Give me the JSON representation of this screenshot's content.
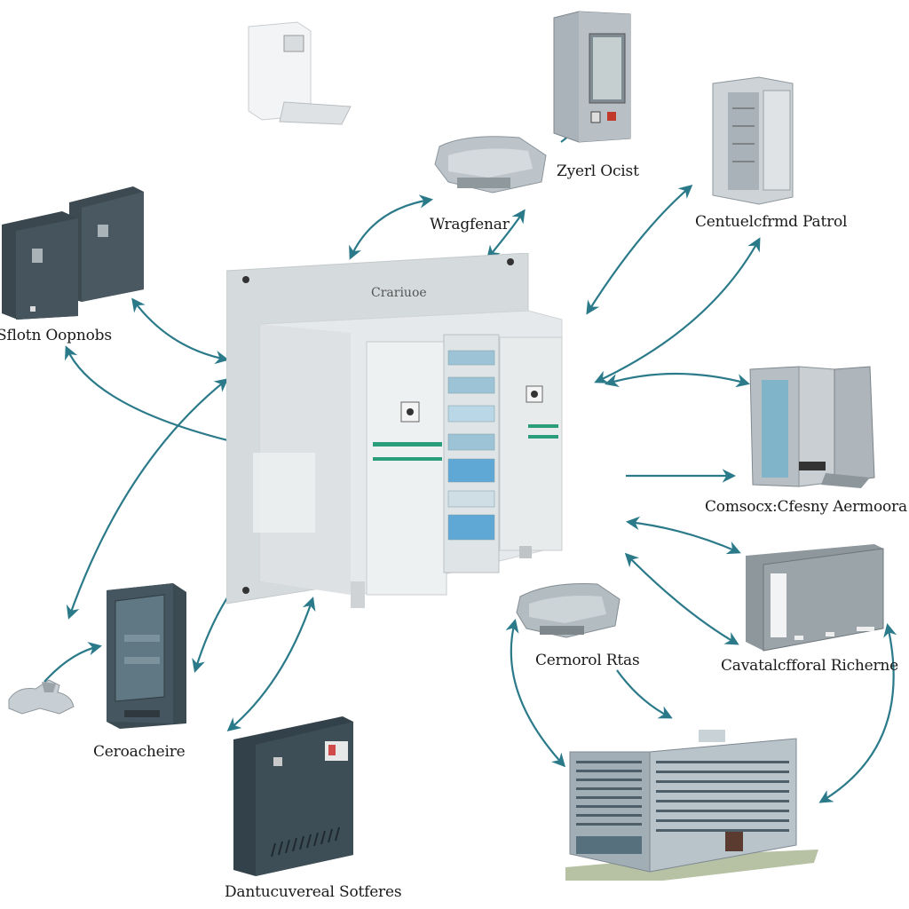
{
  "diagram": {
    "title": "",
    "arrow_color": "#2b7a8a",
    "center": {
      "name": "main-switchboard",
      "brand_text": "Crariuoe",
      "colors": {
        "panel": "#d3d8da",
        "cabinet": "#e2e6e8",
        "accent": "#2a9d7a"
      }
    },
    "nodes": [
      {
        "id": "white-wall-unit",
        "label": ""
      },
      {
        "id": "display-cabinet",
        "label": ""
      },
      {
        "id": "meter-device-top",
        "label": "Zyerl Ocist"
      },
      {
        "id": "meter-device-left",
        "label": "Wragfenar"
      },
      {
        "id": "tall-panel",
        "label": "Centuelcfrmd Patrol"
      },
      {
        "id": "dark-cabinets-pair",
        "label": "Sflotn Oopnobs"
      },
      {
        "id": "open-cabinet",
        "label": "Comsocx:Cfesny Aermoora"
      },
      {
        "id": "wall-enclosure",
        "label": "Cavatalcfforal Richerne"
      },
      {
        "id": "meter-device-center",
        "label": "Cernorol Rtas"
      },
      {
        "id": "small-enclosure",
        "label": "Ceroacheire"
      },
      {
        "id": "clip-device",
        "label": ""
      },
      {
        "id": "dark-box",
        "label": "Dantucuvereal Sotferes"
      },
      {
        "id": "office-building",
        "label": ""
      }
    ]
  }
}
